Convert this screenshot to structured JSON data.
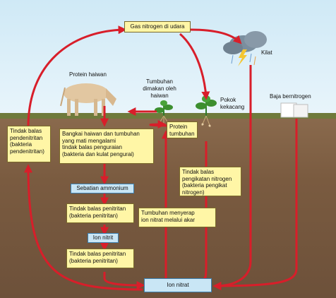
{
  "top_box": "Gas nitrogen di udara",
  "labels": {
    "lightning": "Kilat",
    "animal_protein": "Protein haiwan",
    "eaten_plants": "Tumbuhan\ndimakan oleh\nhaiwan",
    "legume": "Pokok\nkekacang",
    "fertilizer": "Baja bernitrogen"
  },
  "boxes": {
    "denitrification": "Tindak balas\npendenitritan\n(bakteria\npendenitritan)",
    "decomposition": "Bangkai haiwan dan tumbuhan\nyang mati mengalami\ntindak balas penguraian\n(bakteria dan kulat pengurai)",
    "plant_protein": "Protein\ntumbuhan",
    "fixation": "Tindak balas\npengikatan nitrogen\n(bakteria pengikat\nnitrogen)",
    "nitrification1": "Tindak balas penitritan\n(bakteria penitritan)",
    "absorb": "Tumbuhan menyerap\nion nitrat melalui akar",
    "nitrification2": "Tindak balas penitritan\n(bakteria penitritan)"
  },
  "compounds": {
    "ammonium": "Sebatian ammonium",
    "nitrite": "Ion nitrit",
    "nitrate": "Ion nitrat"
  },
  "colors": {
    "arrow": "#d81e2a",
    "box_fill": "#fff6a6",
    "compound_fill": "#c9e6f5"
  }
}
